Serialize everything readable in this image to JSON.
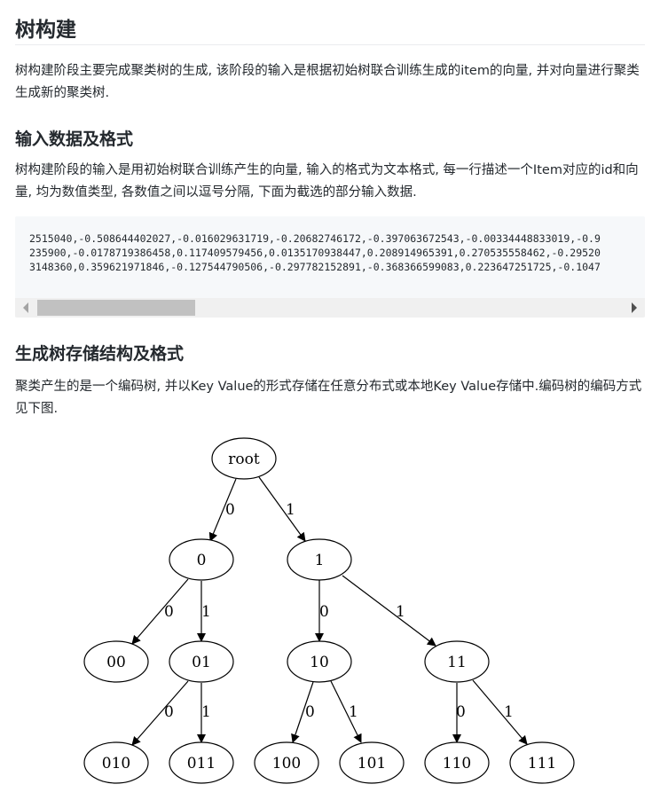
{
  "headings": {
    "main_title": "树构建",
    "input_section": "输入数据及格式",
    "storage_section": "生成树存储结构及格式"
  },
  "paragraphs": {
    "intro": "树构建阶段主要完成聚类树的生成, 该阶段的输入是根据初始树联合训练生成的item的向量, 并对向量进行聚类生成新的聚类树.",
    "input_desc": "树构建阶段的输入是用初始树联合训练产生的向量, 输入的格式为文本格式, 每一行描述一个Item对应的id和向量, 均为数值类型, 各数值之间以逗号分隔, 下面为截选的部分输入数据.",
    "storage_desc": "聚类产生的是一个编码树, 并以Key Value的形式存储在任意分布式或本地Key Value存储中.编码树的编码方式见下图."
  },
  "code_block": {
    "lines": [
      "2515040,-0.508644402027,-0.016029631719,-0.20682746172,-0.397063672543,-0.00334448833019,-0.9",
      "235900,-0.0178719386458,0.117409579456,0.0135170938447,0.208914965391,0.270535558462,-0.29520",
      "3148360,0.359621971846,-0.127544790506,-0.297782152891,-0.368366599083,0.223647251725,-0.1047"
    ]
  },
  "tree": {
    "nodes": [
      "root",
      "0",
      "1",
      "00",
      "01",
      "10",
      "11",
      "010",
      "011",
      "100",
      "101",
      "110",
      "111"
    ],
    "edges": [
      {
        "from": "root",
        "to": "0",
        "label": "0"
      },
      {
        "from": "root",
        "to": "1",
        "label": "1"
      },
      {
        "from": "0",
        "to": "00",
        "label": "0"
      },
      {
        "from": "0",
        "to": "01",
        "label": "1"
      },
      {
        "from": "1",
        "to": "10",
        "label": "0"
      },
      {
        "from": "1",
        "to": "11",
        "label": "1"
      },
      {
        "from": "01",
        "to": "010",
        "label": "0"
      },
      {
        "from": "01",
        "to": "011",
        "label": "1"
      },
      {
        "from": "10",
        "to": "100",
        "label": "0"
      },
      {
        "from": "10",
        "to": "101",
        "label": "1"
      },
      {
        "from": "11",
        "to": "110",
        "label": "0"
      },
      {
        "from": "11",
        "to": "111",
        "label": "1"
      }
    ]
  },
  "colors": {
    "text": "#24292e",
    "code_bg": "#f6f8fa",
    "divider": "#eaecef"
  }
}
